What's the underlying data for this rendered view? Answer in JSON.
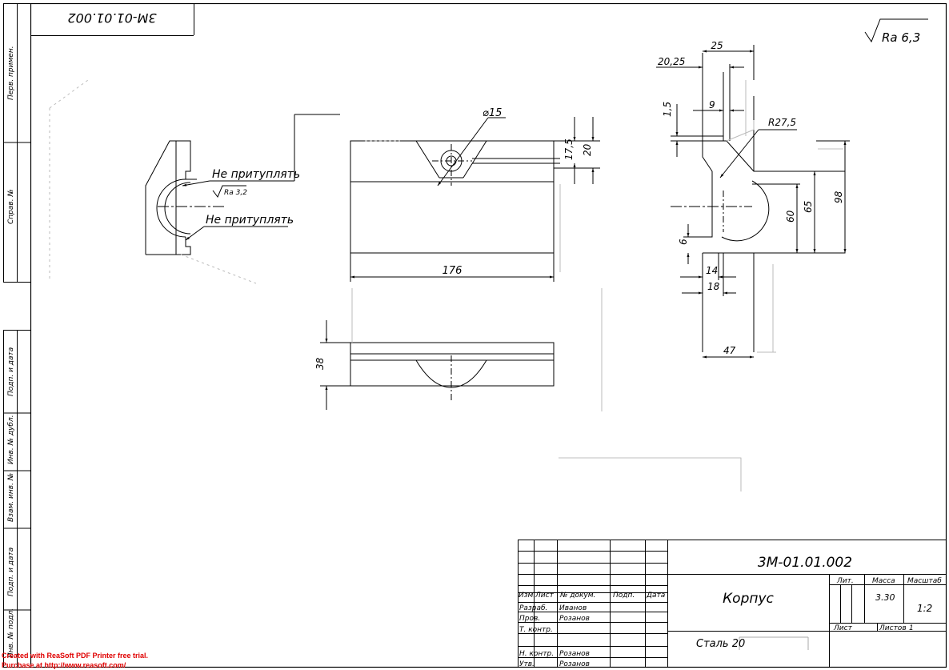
{
  "stamp_top": "3М-01.01.002",
  "roughness_general": "Ra 6,3",
  "left_strip": {
    "perv_primen": "Перв. примен.",
    "sprav_no": "Справ. №",
    "podp_i_data_1": "Подп. и дата",
    "inv_no_dubl": "Инв. № дубл.",
    "vzam_inv_no": "Взам. инв. №",
    "podp_i_data_2": "Подп. и дата",
    "inv_no_podl": "Инв. № подл."
  },
  "views": {
    "left": {
      "note_top": "Не притуплять",
      "note_bottom": "Не притуплять",
      "roughness": "Ra 3,2"
    },
    "front": {
      "dim_hole": "⌀15",
      "dim_17_5": "17,5",
      "dim_20": "20",
      "dim_length": "176"
    },
    "bottom": {
      "dim_height": "38"
    },
    "side": {
      "dim_25": "25",
      "dim_20_25": "20,25",
      "dim_1_5": "1,5",
      "dim_9": "9",
      "dim_r27_5": "R27,5",
      "dim_98": "98",
      "dim_65": "65",
      "dim_60": "60",
      "dim_6": "6",
      "dim_14": "14",
      "dim_18": "18",
      "dim_47": "47"
    }
  },
  "title_block": {
    "designation": "3М-01.01.002",
    "name": "Корпус",
    "material": "Сталь 20",
    "lit_label": "Лит.",
    "mass_label": "Масса",
    "scale_label": "Масштаб",
    "mass_value": "3.30",
    "scale_value": "1:2",
    "sheet_label": "Лист",
    "sheets_label": "Листов",
    "sheets_value": "1",
    "col_izm": "Изм.",
    "col_list": "Лист",
    "col_doc": "№ докум.",
    "col_podp": "Подп.",
    "col_data": "Дата",
    "row_razrab": "Разраб.",
    "row_prov": "Пров.",
    "row_tkontr": "Т. контр.",
    "row_nkontr": "Н. контр.",
    "row_utv": "Утв.",
    "name_razrab": "Иванов",
    "name_prov": "Розанов",
    "name_nkontr": "Розанов",
    "name_utv": "Розанов"
  },
  "watermark": {
    "line1": "Created with ReaSoft PDF Printer free trial.",
    "line2": "Purchase at http://www.reasoft.com/"
  }
}
